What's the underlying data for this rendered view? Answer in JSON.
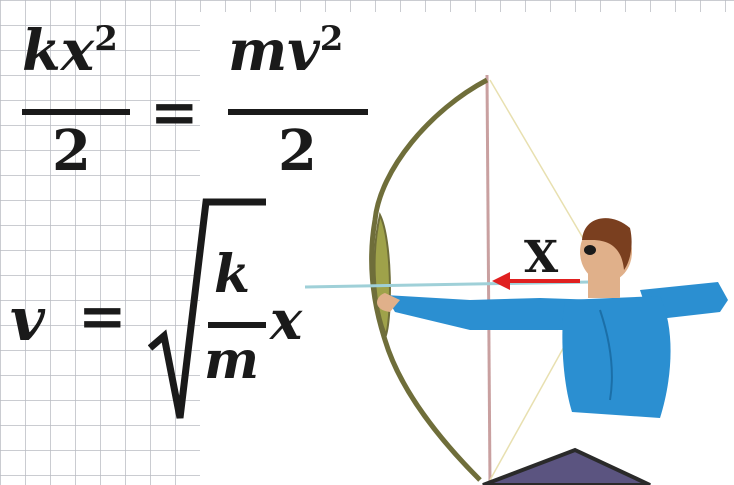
{
  "equation1": {
    "left_numerator_var": "kx",
    "left_numerator_exp": "2",
    "left_denominator": "2",
    "equals": "=",
    "right_numerator_var": "mv",
    "right_numerator_exp": "2",
    "right_denominator": "2"
  },
  "equation2": {
    "lhs": "v",
    "equals": "=",
    "numerator": "k",
    "denominator": "m",
    "factor": "x"
  },
  "illustration": {
    "draw_label": "X"
  },
  "colors": {
    "grid_line": "#b9bcc2",
    "grid_background": "#ffffff",
    "bow_wood": "#8a8a3a",
    "bow_string": "#c9a0a0",
    "arrow": "#e02020",
    "shirt": "#2b8fd1",
    "skin": "#e0b08a",
    "hair": "#7a3f1f",
    "dark_shape": "#5b5480"
  },
  "icons": [
    "archer-figure",
    "bow-shape",
    "sqrt-symbol"
  ]
}
